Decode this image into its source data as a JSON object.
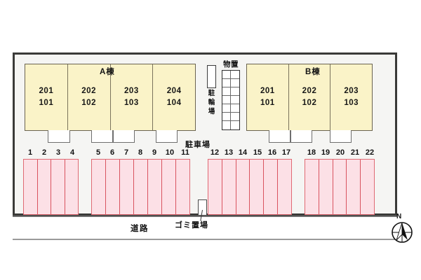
{
  "site": {
    "buildings": [
      {
        "id": "building-a",
        "label": "A棟",
        "units": [
          {
            "upper": "201",
            "lower": "101"
          },
          {
            "upper": "202",
            "lower": "102"
          },
          {
            "upper": "203",
            "lower": "103"
          },
          {
            "upper": "204",
            "lower": "104"
          }
        ]
      },
      {
        "id": "building-b",
        "label": "B棟",
        "units": [
          {
            "upper": "201",
            "lower": "101"
          },
          {
            "upper": "202",
            "lower": "102"
          },
          {
            "upper": "203",
            "lower": "103"
          }
        ]
      }
    ],
    "bicycle_parking": {
      "label": "駐輪場",
      "label_chars": [
        "駐",
        "輪",
        "場"
      ]
    },
    "storage": {
      "label": "物置",
      "columns": 2,
      "rows": 7
    },
    "parking": {
      "label": "駐車場",
      "blocks": [
        {
          "stalls": [
            "1",
            "2",
            "3",
            "4"
          ]
        },
        {
          "stalls": [
            "5",
            "6",
            "7",
            "8",
            "9",
            "10",
            "11"
          ]
        },
        {
          "stalls": [
            "12",
            "13",
            "14",
            "15",
            "16",
            "17"
          ]
        },
        {
          "stalls": [
            "18",
            "19",
            "20",
            "21",
            "22"
          ]
        }
      ],
      "stall_numbers": [
        "1",
        "2",
        "3",
        "4",
        "5",
        "6",
        "7",
        "8",
        "9",
        "10",
        "11",
        "12",
        "13",
        "14",
        "15",
        "16",
        "17",
        "18",
        "19",
        "20",
        "21",
        "22"
      ]
    },
    "trash_area": {
      "label": "ゴミ置場"
    },
    "road": {
      "label": "道路"
    },
    "compass": {
      "label": "N"
    },
    "colors": {
      "building_fill": "#faf3c8",
      "building_stroke": "#6b6450",
      "stall_fill": "#fce0e6",
      "stall_stroke": "#d9535f",
      "frame_stroke": "#3a3a38",
      "site_fill": "#f5f5f3"
    }
  }
}
